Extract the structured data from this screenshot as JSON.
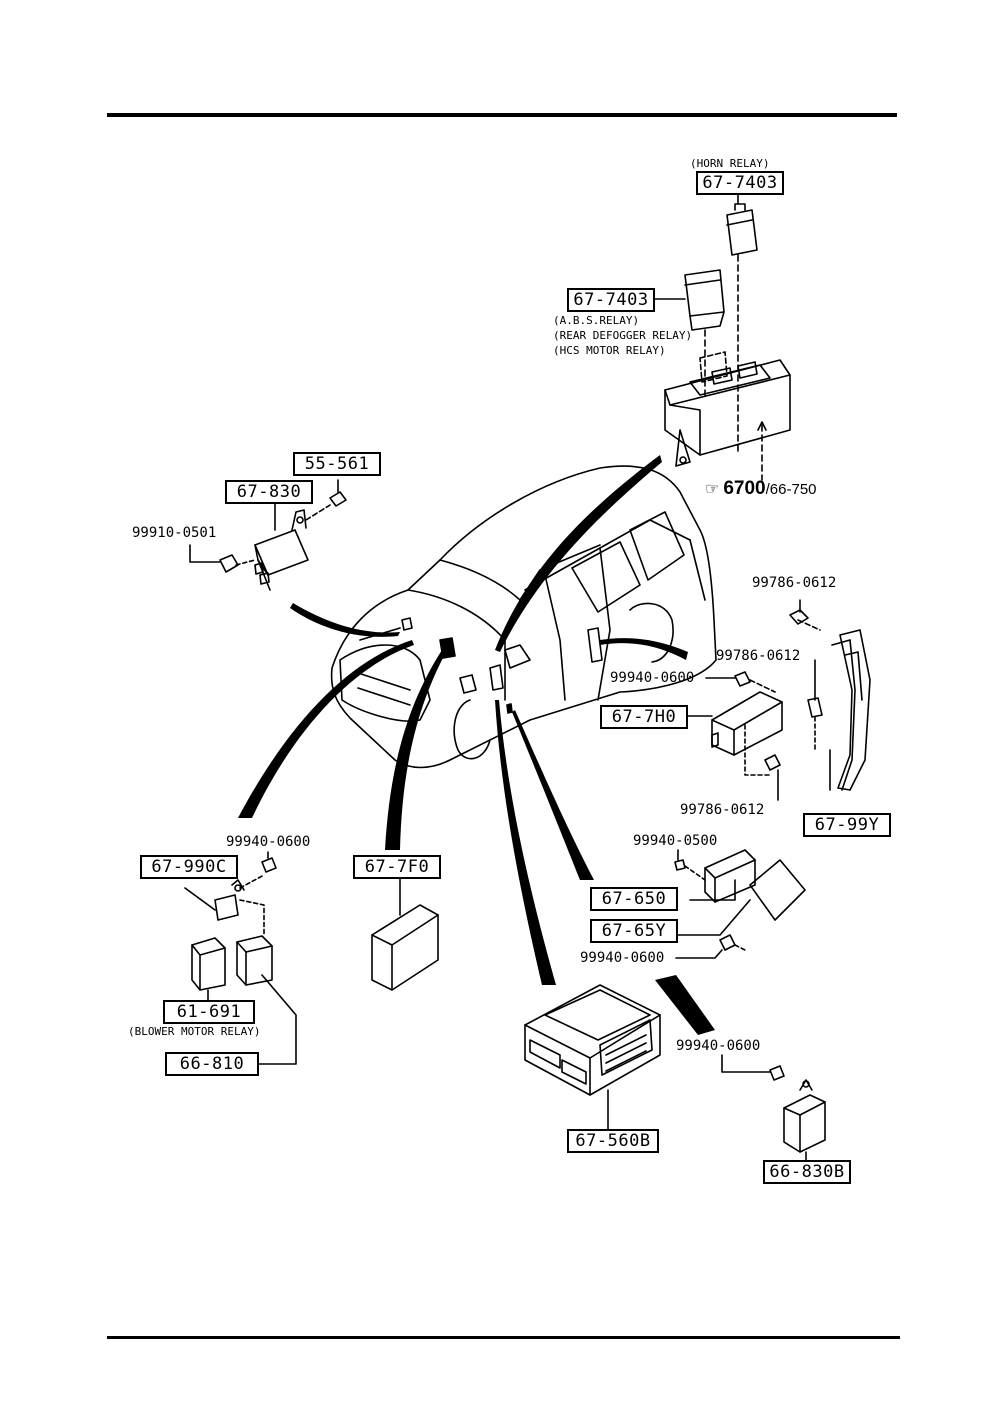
{
  "parts": {
    "horn_relay_part": "67-7403",
    "relay_part": "67-7403",
    "horn_screw": "55-561",
    "left_module": "67-830",
    "left_clip": "99910-0501",
    "bolt_top": "99786-0612",
    "bolt_mid": "99786-0612",
    "bolt_low": "99786-0612",
    "nut_unit": "99940-0600",
    "unit_7h0": "67-7H0",
    "bracket_99y": "67-99Y",
    "nut_left": "99940-0600",
    "bracket_990c": "67-990C",
    "unit_7f0": "67-7F0",
    "relay_61691": "61-691",
    "relay_66810": "66-810",
    "nut_0500": "99940-0500",
    "unit_650": "67-650",
    "unit_65y": "67-65Y",
    "nut_mid": "99940-0600",
    "unit_560b": "67-560B",
    "nut_right": "99940-0600",
    "unit_830b": "66-830B"
  },
  "notes": {
    "horn_relay": "(HORN RELAY)",
    "abs_relay": "(A.B.S.RELAY)",
    "rear_defogger": "(REAR DEFOGGER RELAY)",
    "hcs_motor": "(HCS MOTOR RELAY)",
    "blower_motor": "(BLOWER MOTOR RELAY)"
  },
  "reference": {
    "main": "6700",
    "sub": "/66-750",
    "icon": "pointing-hand-icon"
  },
  "colors": {
    "ink": "#000000",
    "paper": "#ffffff"
  }
}
